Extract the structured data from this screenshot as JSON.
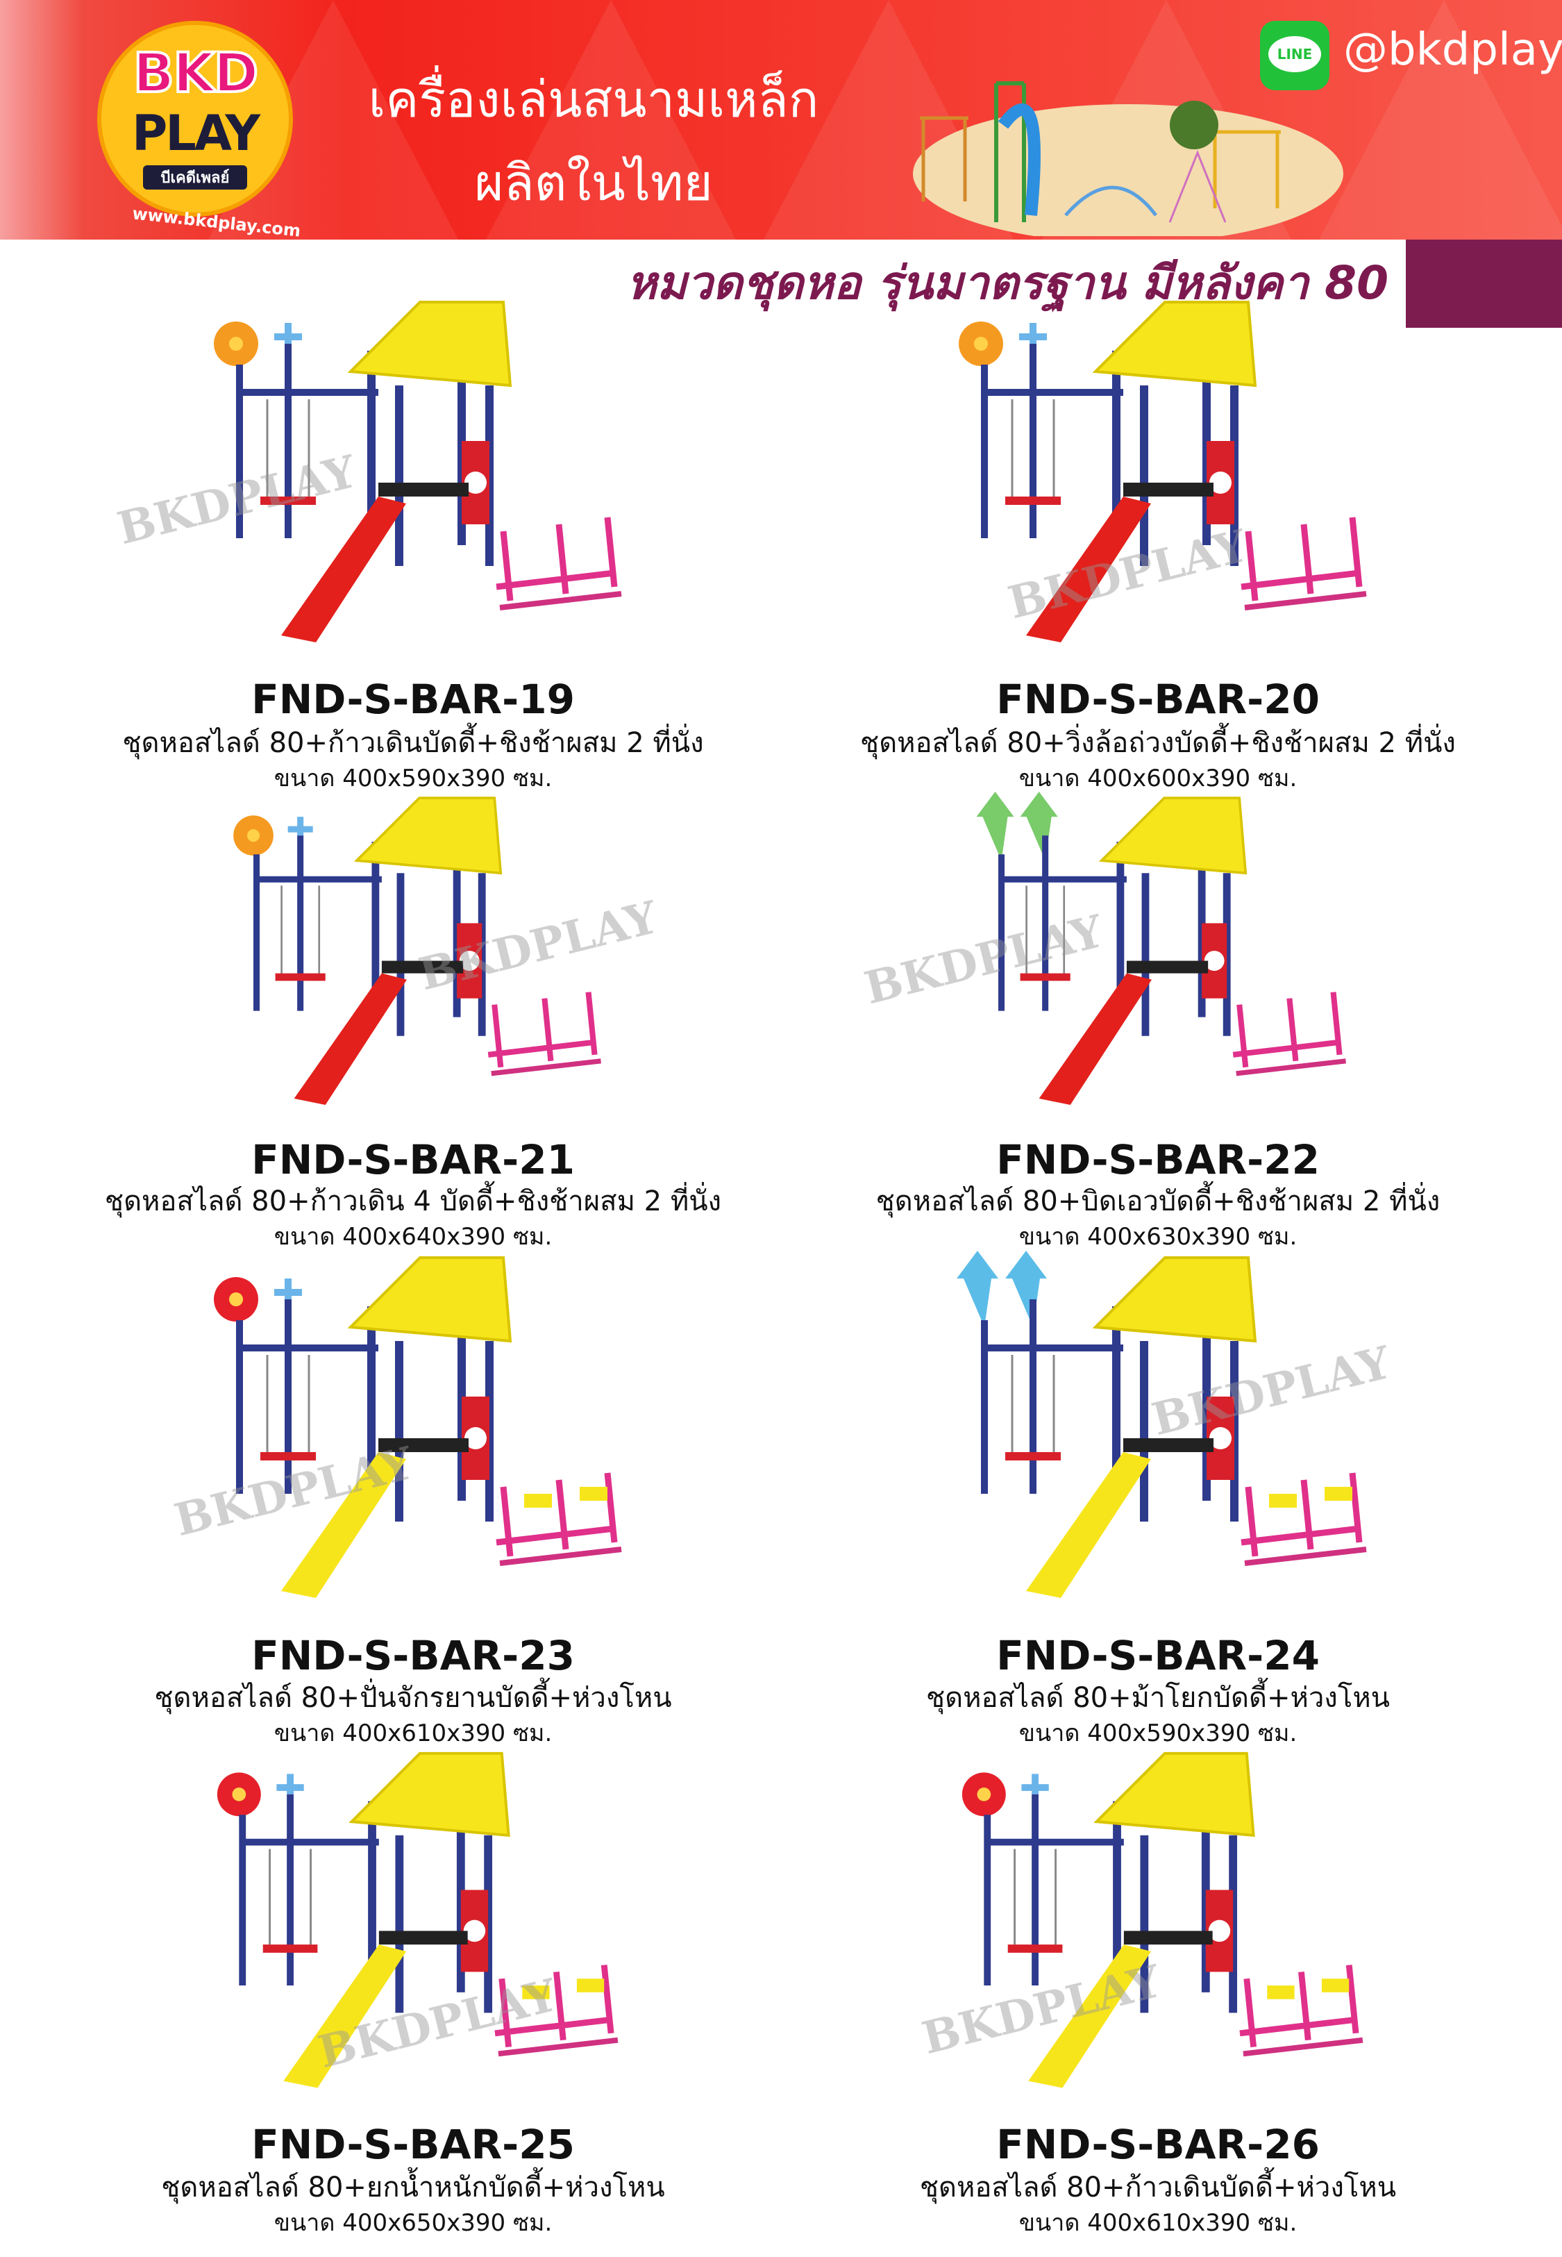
{
  "banner": {
    "logo_top": "BKD",
    "logo_bottom": "PLAY",
    "logo_thai": "บีเคดีเพลย์",
    "logo_url": "www.bkdplay.com",
    "headline_line1": "เครื่องเล่นสนามเหล็ก",
    "headline_line2": "ผลิตในไทย",
    "line_icon": "LINE",
    "line_id": "@bkdplay",
    "colors": {
      "red": "#f2231c",
      "purple": "#7d1c4f",
      "line_green": "#22c13a"
    }
  },
  "section_title": "หมวดชุดหอ รุ่นมาตรฐาน มีหลังคา 80",
  "watermark": "BKDPLAY",
  "products": [
    {
      "code": "FND-S-BAR-19",
      "desc": "ชุดหอสไลด์ 80+ก้าวเดินบัดดี้+ชิงช้าผสม 2 ที่นั่ง",
      "size": "ขนาด 400x590x390 ซม.",
      "slide_color": "#e3201b",
      "topper": "flower"
    },
    {
      "code": "FND-S-BAR-20",
      "desc": "ชุดหอสไลด์ 80+วิ่งล้อถ่วงบัดดี้+ชิงช้าผสม 2 ที่นั่ง",
      "size": "ขนาด 400x600x390 ซม.",
      "slide_color": "#e3201b",
      "topper": "flower"
    },
    {
      "code": "FND-S-BAR-21",
      "desc": "ชุดหอสไลด์ 80+ก้าวเดิน 4 บัดดี้+ชิงช้าผสม 2 ที่นั่ง",
      "size": "ขนาด 400x640x390 ซม.",
      "slide_color": "#e3201b",
      "topper": "flower"
    },
    {
      "code": "FND-S-BAR-22",
      "desc": "ชุดหอสไลด์ 80+บิดเอวบัดดี้+ชิงช้าผสม 2 ที่นั่ง",
      "size": "ขนาด 400x630x390 ซม.",
      "slide_color": "#e3201b",
      "topper": "tree"
    },
    {
      "code": "FND-S-BAR-23",
      "desc": "ชุดหอสไลด์ 80+ปั่นจักรยานบัดดี้+ห่วงโหน",
      "size": "ขนาด 400x610x390 ซม.",
      "slide_color": "#f7e51c",
      "topper": "flower"
    },
    {
      "code": "FND-S-BAR-24",
      "desc": "ชุดหอสไลด์ 80+ม้าโยกบัดดี้+ห่วงโหน",
      "size": "ขนาด 400x590x390 ซม.",
      "slide_color": "#f7e51c",
      "topper": "tree"
    },
    {
      "code": "FND-S-BAR-25",
      "desc": "ชุดหอสไลด์ 80+ยกน้ำหนักบัดดี้+ห่วงโหน",
      "size": "ขนาด 400x650x390 ซม.",
      "slide_color": "#f7e51c",
      "topper": "flower"
    },
    {
      "code": "FND-S-BAR-26",
      "desc": "ชุดหอสไลด์ 80+ก้าวเดินบัดดี้+ห่วงโหน",
      "size": "ขนาด 400x610x390 ซม.",
      "slide_color": "#f7e51c",
      "topper": "flower"
    }
  ]
}
